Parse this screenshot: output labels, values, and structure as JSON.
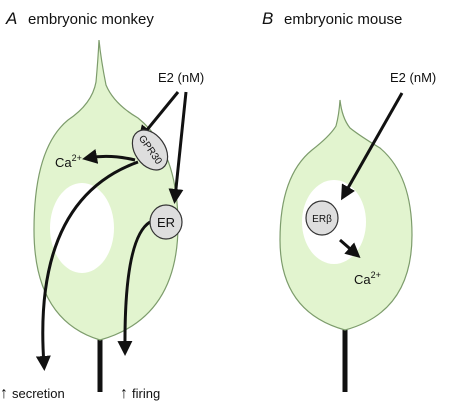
{
  "colors": {
    "cell_fill": "#e2f4cf",
    "cell_stroke": "#7d9c6c",
    "nucleus": "#ffffff",
    "receptor_fill": "#dedede",
    "arrow": "#111111"
  },
  "panel_a": {
    "letter": "A",
    "title": "embryonic monkey",
    "e2_label": "E2 (nM)",
    "receptor_membrane": "GPR30",
    "receptor_nuclear": "ER",
    "ion": "Ca",
    "ion_charge": "2+",
    "outcome_secretion": "secretion",
    "outcome_firing": "firing",
    "up_symbol": "↑"
  },
  "panel_b": {
    "letter": "B",
    "title": "embryonic mouse",
    "e2_label": "E2 (nM)",
    "receptor": "ERβ",
    "ion": "Ca",
    "ion_charge": "2+"
  }
}
